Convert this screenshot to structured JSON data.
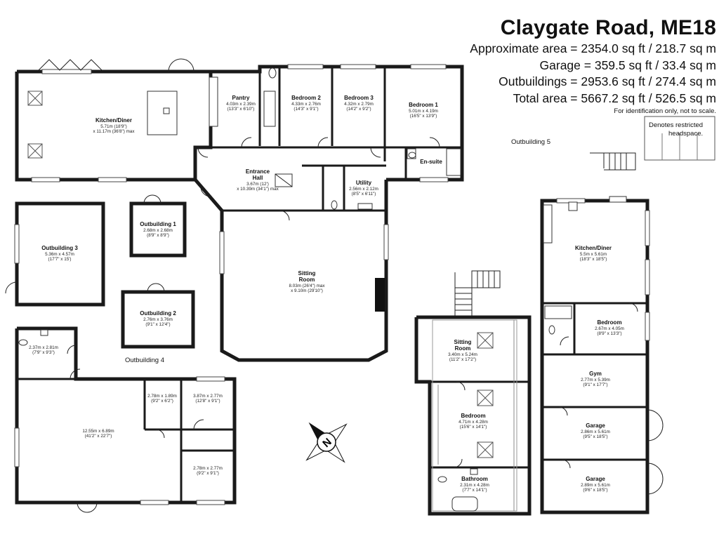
{
  "header": {
    "title": "Claygate Road, ME18",
    "approx_area": "Approximate area = 2354.0 sq ft / 218.7 sq m",
    "garage": "Garage = 359.5 sq ft / 33.4 sq m",
    "outbuildings": "Outbuildings = 2953.6 sq ft / 274.4 sq m",
    "total": "Total area = 5667.2 sq ft / 526.5 sq m",
    "note": "For identification only, not to scale."
  },
  "legend": {
    "restricted_line1": "Denotes restricted",
    "restricted_line2": "headspace."
  },
  "labels": {
    "outbuilding_4": "Outbuilding 4",
    "outbuilding_5": "Outbuilding 5",
    "compass": "N"
  },
  "main_house": {
    "kitchen": {
      "name": "Kitchen/Diner",
      "dim1": "5.71m (18'9\")",
      "dim2": "x 11.17m (36'8\") max"
    },
    "pantry": {
      "name": "Pantry",
      "dim1": "4.03m x 2.39m",
      "dim2": "(13'3\" x 6'10\")"
    },
    "bedroom2": {
      "name": "Bedroom 2",
      "dim1": "4.33m x 2.76m",
      "dim2": "(14'3\" x 9'1\")"
    },
    "bedroom3": {
      "name": "Bedroom 3",
      "dim1": "4.32m x 2.79m",
      "dim2": "(14'2\" x 9'2\")"
    },
    "bedroom1": {
      "name": "Bedroom 1",
      "dim1": "5.01m x 4.19m",
      "dim2": "(16'5\" x 13'9\")"
    },
    "ensuite": {
      "name": "En-suite"
    },
    "hall": {
      "name1": "Entrance",
      "name2": "Hall",
      "dim1": "3.67m (12')",
      "dim2": "x 10.39m (34'1\") max"
    },
    "utility": {
      "name": "Utility",
      "dim1": "2.56m x 2.12m",
      "dim2": "(8'5\" x 6'11\")"
    },
    "sitting": {
      "name": "Sitting",
      "name2": "Room",
      "dim1": "8.03m (26'4\") max",
      "dim2": "x 9.10m (29'10\")"
    }
  },
  "outbuilding1": {
    "name": "Outbuilding 1",
    "dim1": "2.68m x 2.68m",
    "dim2": "(8'9\" x 8'9\")"
  },
  "outbuilding2": {
    "name": "Outbuilding 2",
    "dim1": "2.76m x 3.76m",
    "dim2": "(9'1\" x 12'4\")"
  },
  "outbuilding3": {
    "name": "Outbuilding 3",
    "dim1": "5.36m x 4.57m",
    "dim2": "(17'7\" x 15')"
  },
  "outbuilding4": {
    "wc": {
      "dim1": "2.37m x 2.81m",
      "dim2": "(7'9\" x 9'3\")"
    },
    "main": {
      "dim1": "12.55m x 6.89m",
      "dim2": "(41'2\" x 22'7\")"
    },
    "store_a": {
      "dim1": "2.78m x 1.89m",
      "dim2": "(9'2\" x 6'2\")"
    },
    "store_b": {
      "dim1": "3.87m x 2.77m",
      "dim2": "(12'8\" x 9'1\")"
    },
    "store_c": {
      "dim1": "2.78m x 2.77m",
      "dim2": "(9'2\" x 9'1\")"
    }
  },
  "annex": {
    "sitting": {
      "name": "Sitting",
      "name2": "Room",
      "dim1": "3.40m x 5.24m",
      "dim2": "(11'2\" x 17'2\")"
    },
    "bedroom": {
      "name": "Bedroom",
      "dim1": "4.71m x 4.28m",
      "dim2": "(15'6\" x 14'1\")"
    },
    "bathroom": {
      "name": "Bathroom",
      "dim1": "2.31m x 4.28m",
      "dim2": "(7'7\" x 14'1\")"
    }
  },
  "outbuilding5": {
    "kitchen": {
      "name": "Kitchen/Diner",
      "dim1": "5.5m x 5.61m",
      "dim2": "(18'3\" x 18'5\")"
    },
    "bedroom": {
      "name": "Bedroom",
      "dim1": "2.67m x 4.05m",
      "dim2": "(8'9\" x 13'3\")"
    },
    "gym": {
      "name": "Gym",
      "dim1": "2.77m x 5.39m",
      "dim2": "(9'1\" x 17'7\")"
    },
    "garage1": {
      "name": "Garage",
      "dim1": "2.86m x 5.61m",
      "dim2": "(9'5\" x 18'5\")"
    },
    "garage2": {
      "name": "Garage",
      "dim1": "2.89m x 5.61m",
      "dim2": "(9'6\" x 18'5\")"
    }
  }
}
